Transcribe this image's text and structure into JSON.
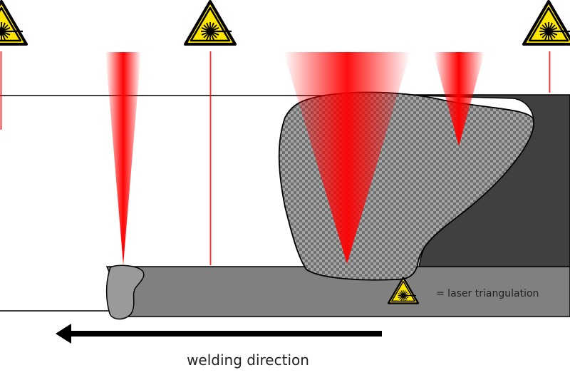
{
  "legend": {
    "text": "= laser triangulation",
    "icon": "laser-warning-icon"
  },
  "direction": {
    "text": "welding direction",
    "arrow": "left-arrow"
  },
  "colors": {
    "laser": "#ff0000",
    "warning_yellow": "#ffe600",
    "workpiece_light": "#808080",
    "workpiece_dark": "#404040",
    "weld_bead": "#999999",
    "arrow": "#000000",
    "outline": "#000000"
  },
  "icons": [
    "laser-warning-icon",
    "laser-warning-icon",
    "laser-warning-icon",
    "laser-warning-icon"
  ]
}
